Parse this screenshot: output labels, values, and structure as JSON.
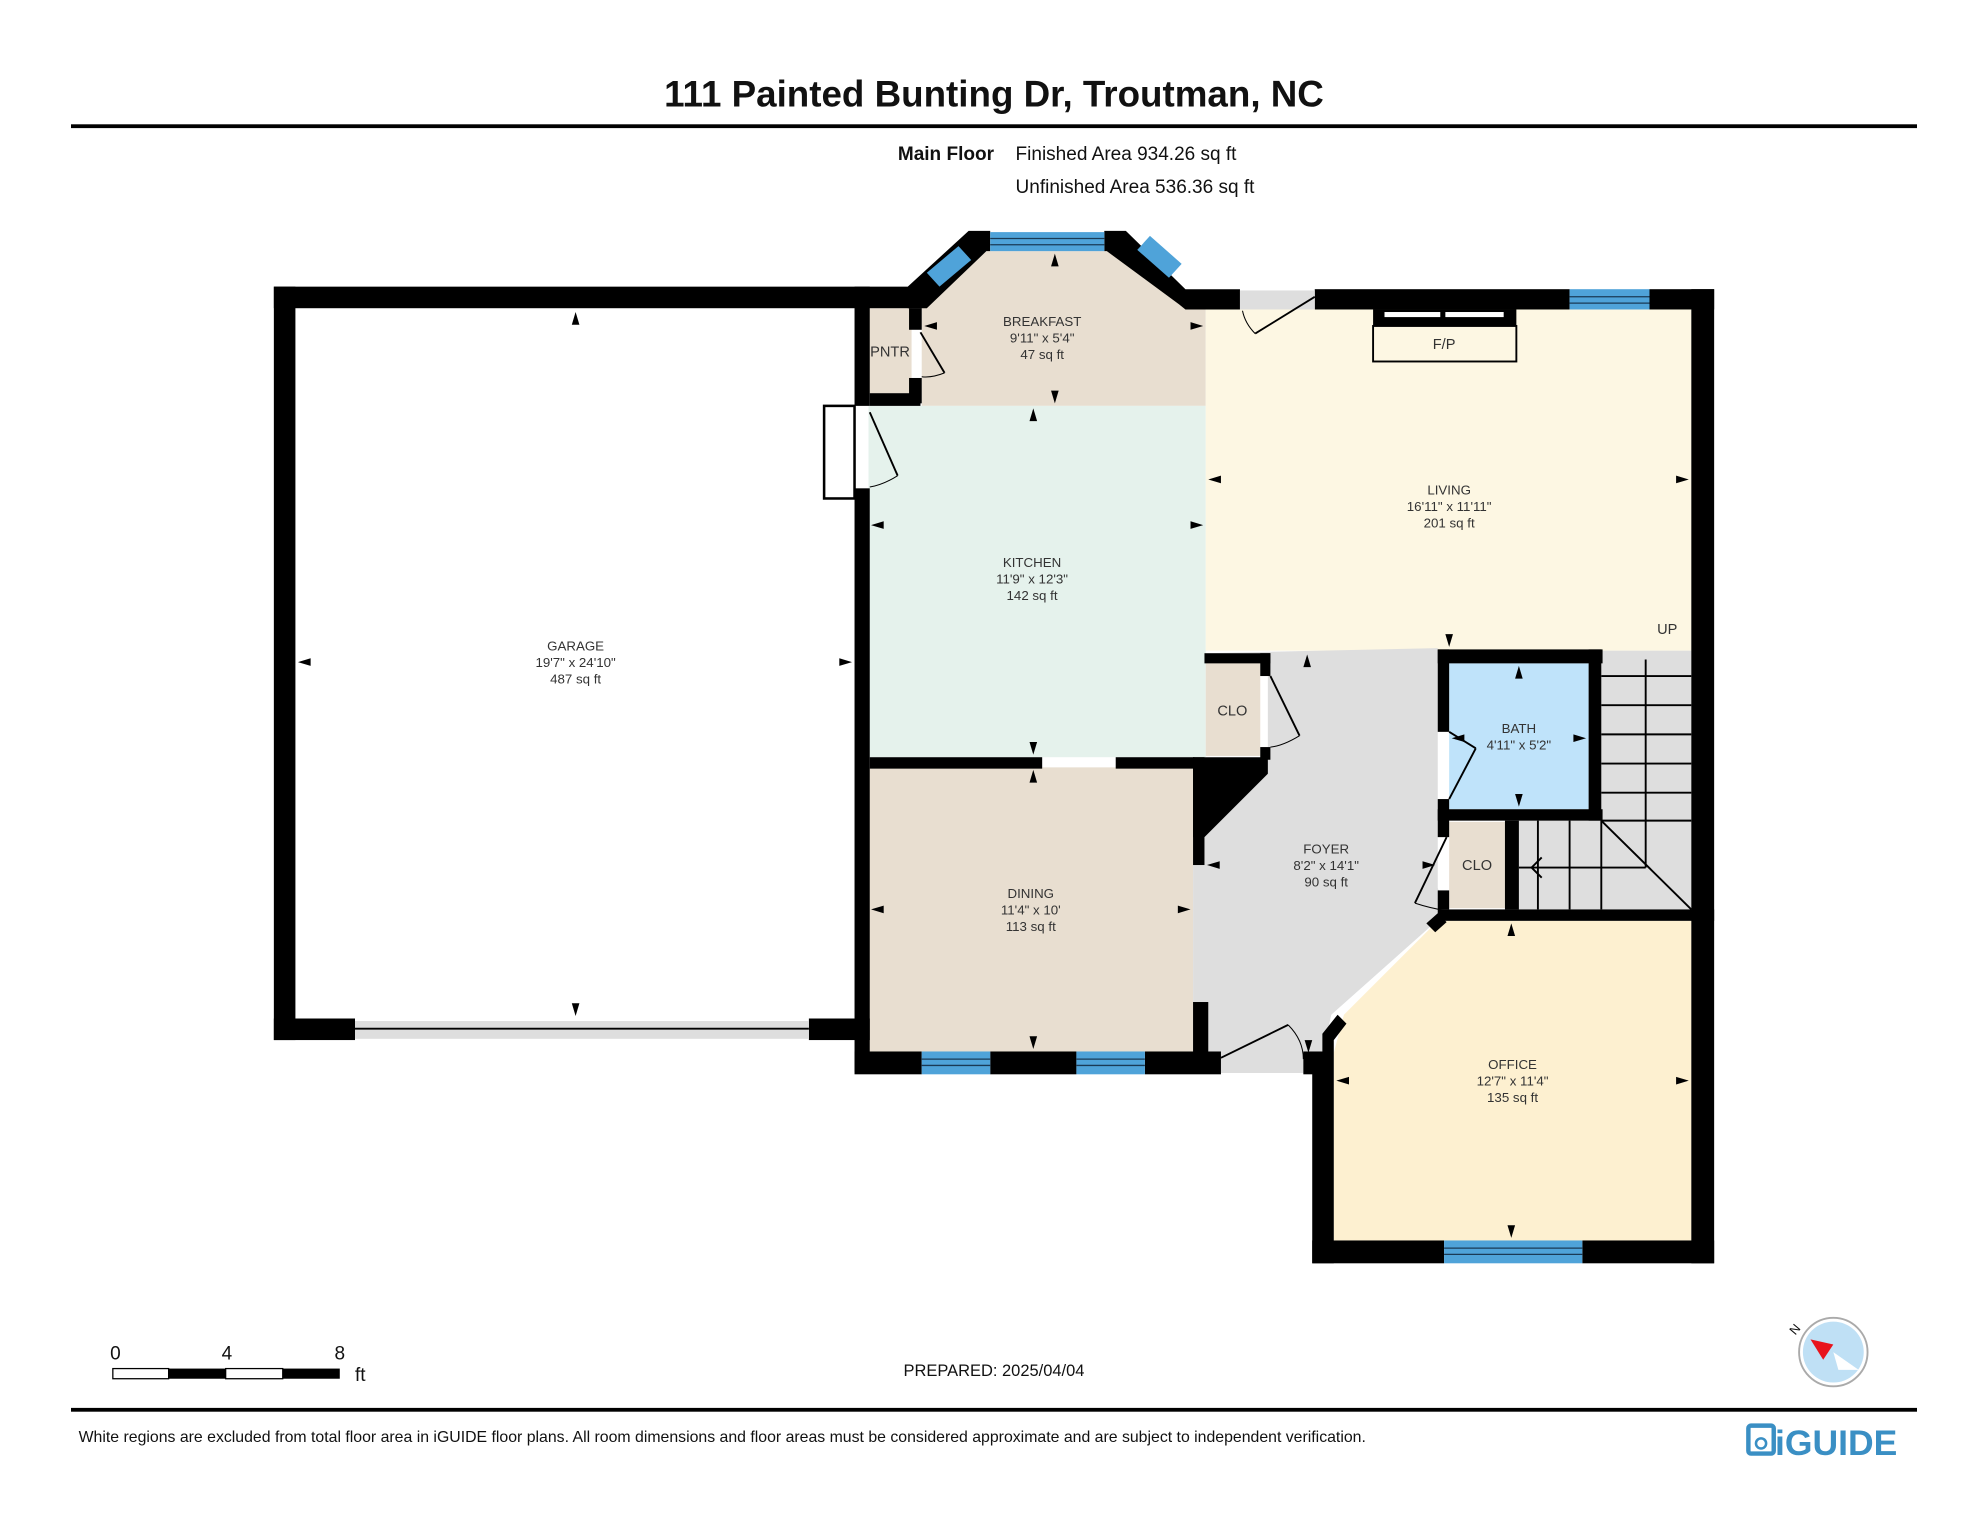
{
  "header": {
    "title": "111 Painted Bunting Dr, Troutman, NC",
    "floor_label": "Main Floor",
    "finished_area": "Finished Area 934.26 sq ft",
    "unfinished_area": "Unfinished Area 536.36 sq ft"
  },
  "colors": {
    "wall": "#000000",
    "window": "#4fa3d9",
    "garage": "#ffffff",
    "breakfast": "#e8ded0",
    "pantry": "#e8ded0",
    "kitchen": "#e5f2ec",
    "living": "#fdf7e3",
    "dining": "#e8ded0",
    "foyer": "#dedede",
    "closet": "#e8ded0",
    "bath": "#bfe3fa",
    "office": "#fdf0d0",
    "stairs": "#dedede",
    "logo": "#3a8fc4",
    "compass_needle": "#e8141c"
  },
  "rooms": {
    "garage": {
      "name": "GARAGE",
      "dims": "19'7\" x 24'10\"",
      "area": "487 sq ft"
    },
    "breakfast": {
      "name": "BREAKFAST",
      "dims": "9'11\" x 5'4\"",
      "area": "47 sq ft"
    },
    "pantry": {
      "name": "PNTR"
    },
    "kitchen": {
      "name": "KITCHEN",
      "dims": "11'9\" x 12'3\"",
      "area": "142 sq ft"
    },
    "living": {
      "name": "LIVING",
      "dims": "16'11\" x 11'11\"",
      "area": "201 sq ft"
    },
    "fireplace": {
      "name": "F/P"
    },
    "stairs": {
      "label": "UP"
    },
    "dining": {
      "name": "DINING",
      "dims": "11'4\" x 10'",
      "area": "113 sq ft"
    },
    "foyer": {
      "name": "FOYER",
      "dims": "8'2\" x 14'1\"",
      "area": "90 sq ft"
    },
    "closet1": {
      "name": "CLO"
    },
    "closet2": {
      "name": "CLO"
    },
    "bath": {
      "name": "BATH",
      "dims": "4'11\" x 5'2\""
    },
    "office": {
      "name": "OFFICE",
      "dims": "12'7\" x 11'4\"",
      "area": "135 sq ft"
    }
  },
  "scale_bar": {
    "ticks": [
      "0",
      "4",
      "8"
    ],
    "unit": "ft"
  },
  "prepared": "PREPARED: 2025/04/04",
  "compass": {
    "label": "N"
  },
  "footer": {
    "disclaimer": "White regions are excluded from total floor area in iGUIDE floor plans. All room dimensions and floor areas must be considered approximate and are subject to independent verification.",
    "logo_text": "iGUIDE"
  }
}
